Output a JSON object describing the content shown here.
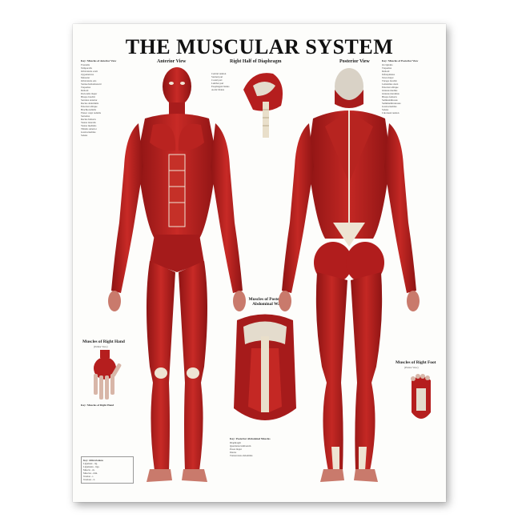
{
  "poster": {
    "title": "THE MUSCULAR SYSTEM",
    "sections": {
      "anterior": "Anterior View",
      "diaphragm": "Right Half of Diaphragm",
      "posterior": "Posterior View",
      "abdominal_wall": "Muscles of Posterior Abdominal Wall",
      "right_hand": "Muscles of Right Hand",
      "right_foot": "Muscles of Right Foot"
    },
    "sublabels": {
      "hand_view": "(Palmar View)",
      "foot_view": "(Plantar View)"
    },
    "legends": {
      "anterior_key": "Key: Muscles of Anterior View",
      "posterior_key": "Key: Muscles of Posterior View",
      "hand_key": "Key: Muscles of Right Hand",
      "abdominal_key": "Key: Posterior Abdominal Muscles",
      "abbreviations": "Key: Abbreviations"
    },
    "muscle_labels": {
      "anterior": [
        "Frontalis",
        "Temporalis",
        "Orbicularis oculi",
        "Zygomaticus",
        "Masseter",
        "Orbicularis oris",
        "Sternocleidomastoid",
        "Trapezius",
        "Deltoid",
        "Pectoralis major",
        "Biceps brachii",
        "Serratus anterior",
        "Rectus abdominis",
        "External oblique",
        "Brachioradialis",
        "Flexor carpi radialis",
        "Sartorius",
        "Rectus femoris",
        "Vastus lateralis",
        "Vastus medialis",
        "Tibialis anterior",
        "Gastrocnemius",
        "Soleus"
      ],
      "posterior": [
        "Occipitalis",
        "Trapezius",
        "Deltoid",
        "Infraspinatus",
        "Teres major",
        "Triceps brachii",
        "Latissimus dorsi",
        "External oblique",
        "Gluteus medius",
        "Gluteus maximus",
        "Biceps femoris",
        "Semitendinosus",
        "Semimembranosus",
        "Gastrocnemius",
        "Soleus",
        "Calcaneal tendon"
      ],
      "diaphragm": [
        "Central tendon",
        "Sternal part",
        "Costal part",
        "Lumbar part",
        "Esophageal hiatus",
        "Aortic hiatus"
      ],
      "abdominal": [
        "Diaphragm",
        "Quadratus lumborum",
        "Psoas major",
        "Iliacus",
        "Transversus abdominis"
      ]
    },
    "abbreviations": [
      "Ligament - lig.",
      "Ligaments - ligs.",
      "Muscle - m.",
      "Muscles - mm.",
      "Tendon - t.",
      "Tendons - tt."
    ],
    "colors": {
      "muscle": "#b51e1e",
      "muscle_dark": "#7a0e0e",
      "tendon": "#e8e2d8",
      "bone": "#ece4d2",
      "background": "#fdfdfb"
    }
  }
}
